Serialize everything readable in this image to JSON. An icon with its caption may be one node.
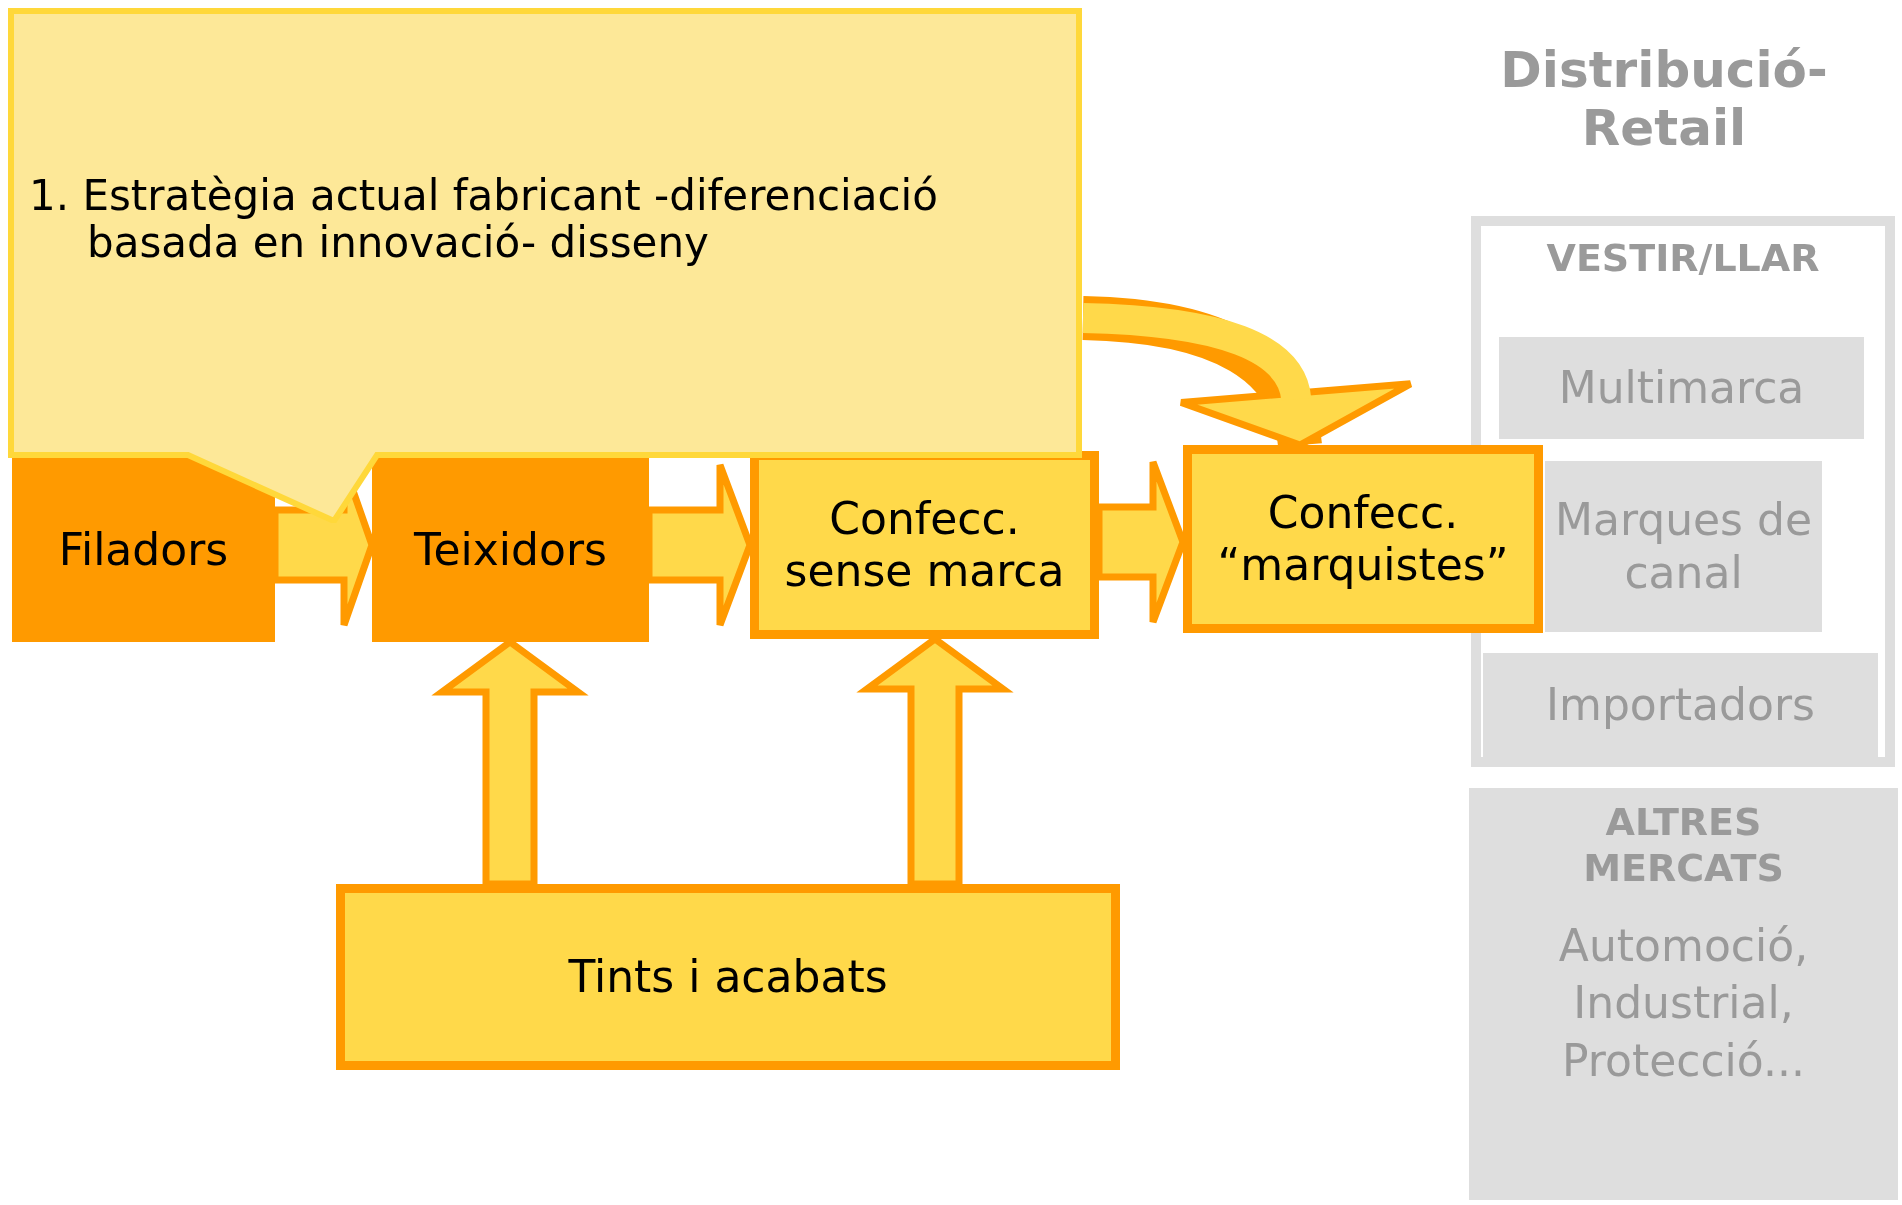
{
  "diagram": {
    "nodes": [
      {
        "text": [
          "1. Estratègia actual fabricant -diferenciació basada en innovació- disseny"
        ]
      },
      {
        "text": [
          "Filadors"
        ]
      },
      {
        "text": [
          "Teixidors"
        ]
      },
      {
        "text": [
          "Confecc. sense marca"
        ]
      },
      {
        "text": [
          "Confecc. “marquistes”"
        ]
      },
      {
        "text": [
          "Tints i acabats"
        ]
      },
      {
        "text": [
          "VESTIR/LLAR"
        ]
      },
      {
        "text": [
          "Multimarca"
        ],
        "in": 6
      },
      {
        "text": [
          "Marques de canal"
        ],
        "in": 6
      },
      {
        "text": [
          "Importadors"
        ],
        "in": 6
      },
      {
        "text": [
          "ALTRES MERCATS",
          "Automoció, Industrial, Protecció..."
        ]
      }
    ],
    "edges": [
      {
        "from": 1,
        "to": 2,
        "arrow": "to"
      },
      {
        "from": 2,
        "to": 3,
        "arrow": "to"
      },
      {
        "from": 3,
        "to": 4,
        "arrow": "to"
      },
      {
        "from": 5,
        "to": 2,
        "arrow": "to"
      },
      {
        "from": 5,
        "to": 3,
        "arrow": "to"
      },
      {
        "from": 0,
        "to": 4,
        "arrow": "to"
      }
    ],
    "labels": [
      "Distribució-Retail"
    ]
  }
}
